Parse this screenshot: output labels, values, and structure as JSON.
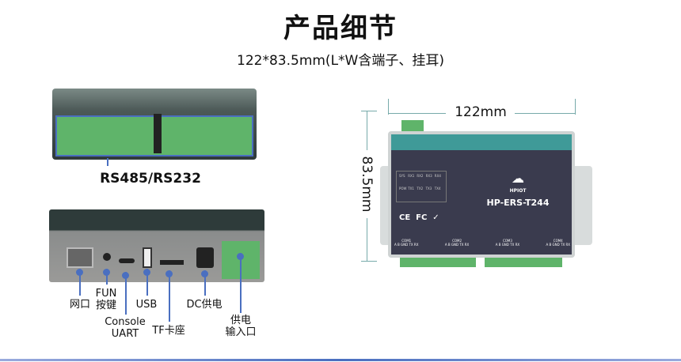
{
  "header": {
    "title": "产品细节",
    "subtitle": "122*83.5mm(L*W含端子、挂耳)"
  },
  "top_view": {
    "label": "RS485/RS232"
  },
  "front_view": {
    "labels": {
      "ethernet": "网口",
      "fun_1": "FUN",
      "fun_2": "按键",
      "console_1": "Console",
      "console_2": "UART",
      "usb": "USB",
      "tf": "TF卡座",
      "dc": "DC供电",
      "power_1": "供电",
      "power_2": "输入口"
    }
  },
  "dimension_view": {
    "width": "122mm",
    "height": "83.5mm",
    "brand": "HPIOT",
    "model": "HP-ERS-T244",
    "marks": [
      "CE",
      "FC"
    ],
    "leds": [
      "SYS",
      "RX1",
      "RX2",
      "RX3",
      "RX4",
      "POW",
      "TX1",
      "TX2",
      "TX3",
      "TX4"
    ],
    "ports": [
      {
        "name": "COM1",
        "pins": "A B GND TX RX"
      },
      {
        "name": "COM2",
        "pins": "A B GND TX RX"
      },
      {
        "name": "COM3",
        "pins": "A B GND TX RX"
      },
      {
        "name": "COM4",
        "pins": "A B GND TX RX"
      }
    ]
  },
  "colors": {
    "accent": "#4a6fc0",
    "teal": "#3f9a98",
    "device_dark": "#3a3b4e",
    "terminal": "#5fb46a"
  }
}
